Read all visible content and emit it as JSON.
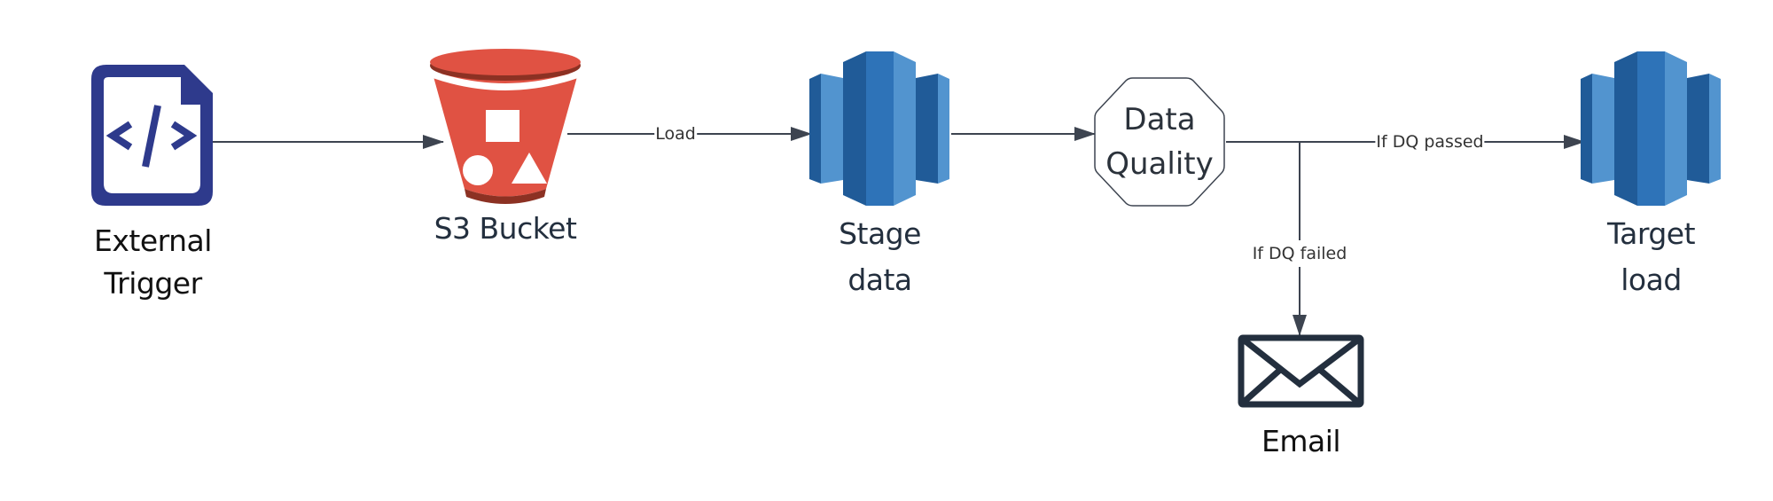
{
  "diagram": {
    "type": "flowchart",
    "direction": "left-to-right",
    "colors": {
      "edge": "#3d4450",
      "trigger_icon": "#2e3a8c",
      "s3_red": "#e05243",
      "s3_dark_red": "#8c3123",
      "redshift_dark": "#205b98",
      "redshift_mid": "#2e73b8",
      "redshift_light": "#5294cf",
      "email_icon": "#232f3e",
      "text": "#232f3e"
    },
    "nodes": [
      {
        "id": "external-trigger",
        "icon": "code-file-icon",
        "label_lines": [
          "External",
          "Trigger"
        ]
      },
      {
        "id": "s3-bucket",
        "icon": "s3-bucket-icon",
        "label_lines": [
          "S3 Bucket"
        ]
      },
      {
        "id": "stage-data",
        "icon": "redshift-icon",
        "label_lines": [
          "Stage",
          "data"
        ]
      },
      {
        "id": "data-quality",
        "shape": "octagon",
        "label_lines": [
          "Data",
          "Quality"
        ]
      },
      {
        "id": "target-load",
        "icon": "redshift-icon",
        "label_lines": [
          "Target",
          "load"
        ]
      },
      {
        "id": "email",
        "icon": "envelope-icon",
        "label_lines": [
          "Email"
        ]
      }
    ],
    "edges": [
      {
        "from": "external-trigger",
        "to": "s3-bucket",
        "label": ""
      },
      {
        "from": "s3-bucket",
        "to": "stage-data",
        "label": "Load"
      },
      {
        "from": "stage-data",
        "to": "data-quality",
        "label": ""
      },
      {
        "from": "data-quality",
        "to": "target-load",
        "label": "If DQ passed"
      },
      {
        "from": "data-quality",
        "to": "email",
        "label": "If DQ failed"
      }
    ]
  }
}
